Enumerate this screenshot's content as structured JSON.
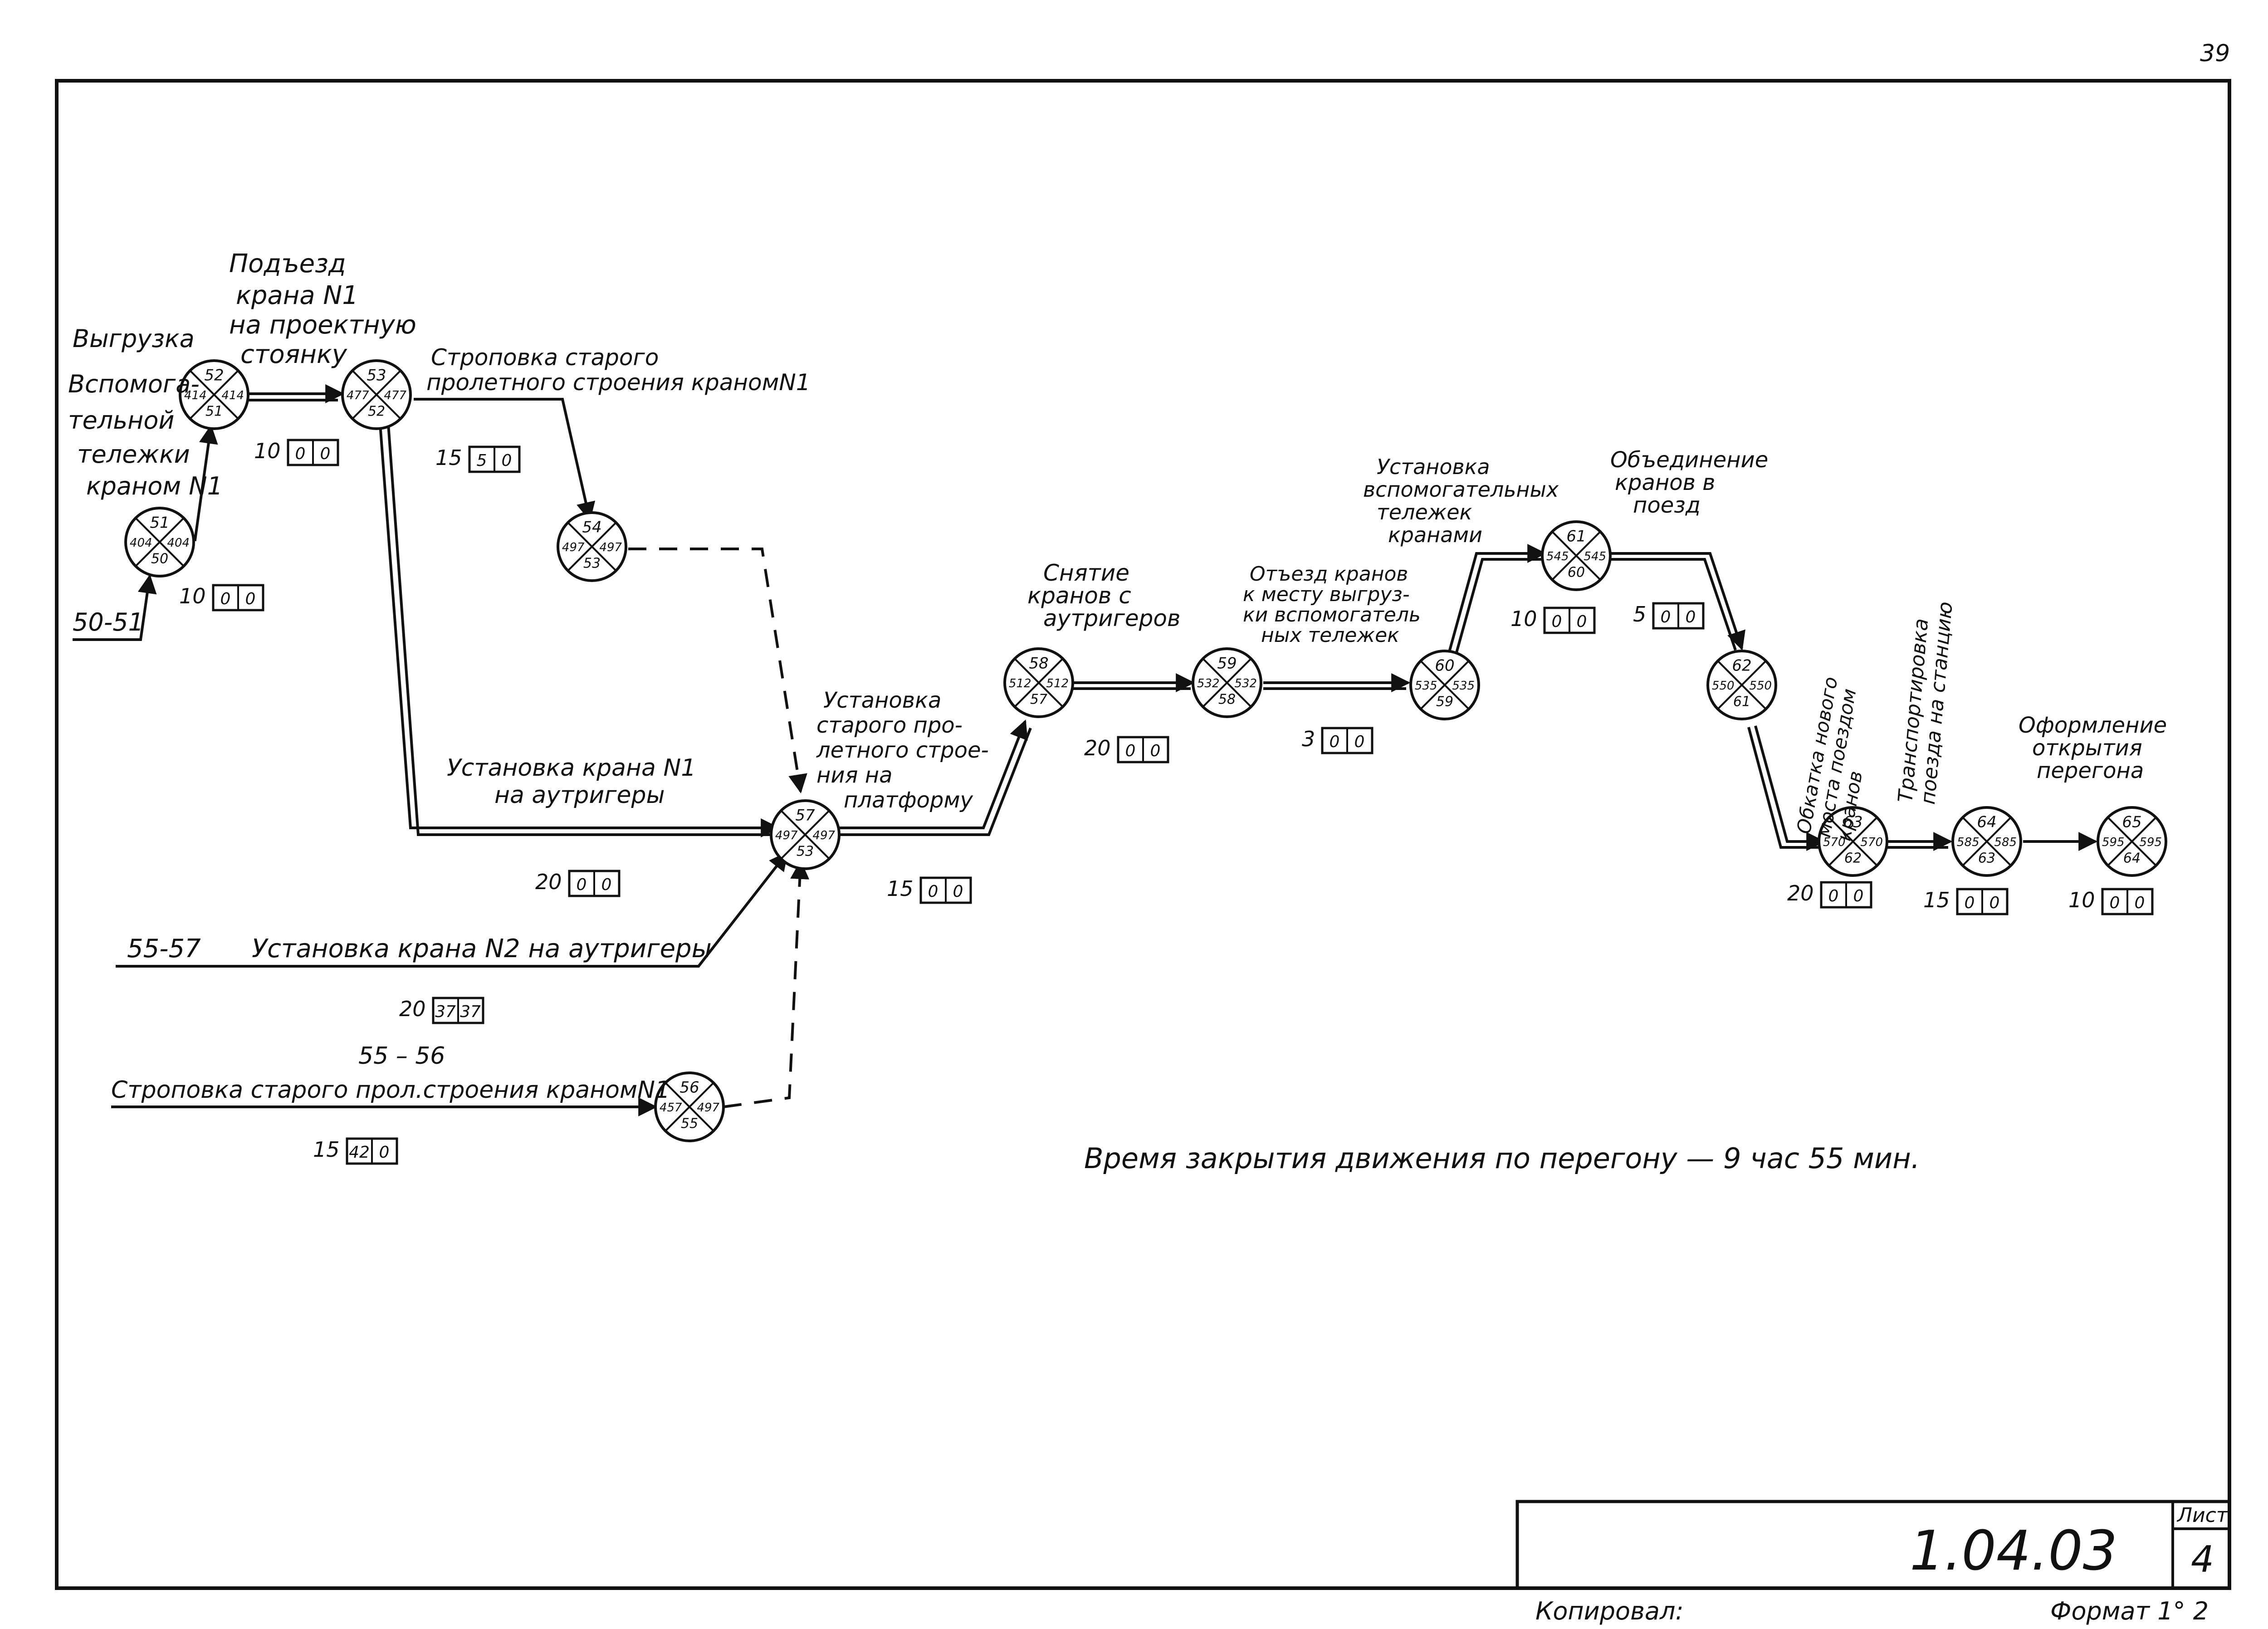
{
  "page_number": "39",
  "stamp": {
    "code": "1.04.03",
    "sheet_label": "Лист",
    "sheet_number": "4",
    "copied_label": "Копировал:",
    "format_label": "Формат 1° 2"
  },
  "closure_note": "Время закрытия движения по перегону — 9 час 55 мин.",
  "labels": {
    "unload": [
      "Выгрузка",
      "Вспомога-",
      "тельной",
      "тележки",
      "краном N1"
    ],
    "approach": [
      "Подъезд",
      "крана N1",
      "на проектную",
      "стоянку"
    ],
    "sling1": [
      "Строповка старого",
      "пролетного строения краномN1"
    ],
    "outrigger1": [
      "Установка крана N1",
      "на аутригеры"
    ],
    "install_old": [
      "Установка",
      "старого про-",
      "летного строе-",
      "ния на",
      "платформу"
    ],
    "remove_cranes": [
      "Снятие",
      "кранов с",
      "аутригеров"
    ],
    "move_cranes": [
      "Отъезд кранов",
      "к месту выгруз-",
      "ки вспомогатель",
      "ных тележек"
    ],
    "install_carts": [
      "Установка",
      "вспомогательных",
      "тележек",
      "кранами"
    ],
    "join_cranes": [
      "Объединение",
      "кранов в",
      "поезд"
    ],
    "run_new": [
      "Обкатка нового",
      "моста поездом",
      "кранов"
    ],
    "transport": [
      "Транспортировка",
      "поезда на станцию"
    ],
    "registration": [
      "Оформление",
      "открытия",
      "перегона"
    ],
    "act_55_57": "55-57",
    "outrigger2": "Установка крана N2 на аутригеры",
    "act_55_56": "55 – 56",
    "sling2": "Строповка старого прол.строения краномN1",
    "act_50_51": "50-51"
  },
  "nodes": [
    {
      "id": "51",
      "left": "404",
      "right": "404",
      "bottom": "50"
    },
    {
      "id": "52",
      "left": "414",
      "right": "414",
      "bottom": "51"
    },
    {
      "id": "53",
      "left": "477",
      "right": "477",
      "bottom": "52"
    },
    {
      "id": "54",
      "left": "497",
      "right": "497",
      "bottom": "53"
    },
    {
      "id": "56",
      "left": "457",
      "right": "497",
      "bottom": "55"
    },
    {
      "id": "57",
      "left": "497",
      "right": "497",
      "bottom": "53"
    },
    {
      "id": "58",
      "left": "512",
      "right": "512",
      "bottom": "57"
    },
    {
      "id": "59",
      "left": "532",
      "right": "532",
      "bottom": "58"
    },
    {
      "id": "60",
      "left": "535",
      "right": "535",
      "bottom": "59"
    },
    {
      "id": "61",
      "left": "545",
      "right": "545",
      "bottom": "60"
    },
    {
      "id": "62",
      "left": "550",
      "right": "550",
      "bottom": "61"
    },
    {
      "id": "63",
      "left": "570",
      "right": "570",
      "bottom": "62"
    },
    {
      "id": "64",
      "left": "585",
      "right": "585",
      "bottom": "63"
    },
    {
      "id": "65",
      "left": "595",
      "right": "595",
      "bottom": "64"
    }
  ],
  "activities": [
    {
      "duration": "10",
      "r1": "0",
      "r2": "0"
    },
    {
      "duration": "10",
      "r1": "0",
      "r2": "0"
    },
    {
      "duration": "15",
      "r1": "5",
      "r2": "0"
    },
    {
      "duration": "20",
      "r1": "0",
      "r2": "0"
    },
    {
      "duration": "15",
      "r1": "0",
      "r2": "0"
    },
    {
      "duration": "20",
      "r1": "0",
      "r2": "0"
    },
    {
      "duration": "3",
      "r1": "0",
      "r2": "0"
    },
    {
      "duration": "10",
      "r1": "0",
      "r2": "0"
    },
    {
      "duration": "5",
      "r1": "0",
      "r2": "0"
    },
    {
      "duration": "20",
      "r1": "0",
      "r2": "0"
    },
    {
      "duration": "15",
      "r1": "0",
      "r2": "0"
    },
    {
      "duration": "10",
      "r1": "0",
      "r2": "0"
    },
    {
      "duration": "20",
      "r1": "37",
      "r2": "37"
    },
    {
      "duration": "15",
      "r1": "42",
      "r2": "0"
    }
  ]
}
